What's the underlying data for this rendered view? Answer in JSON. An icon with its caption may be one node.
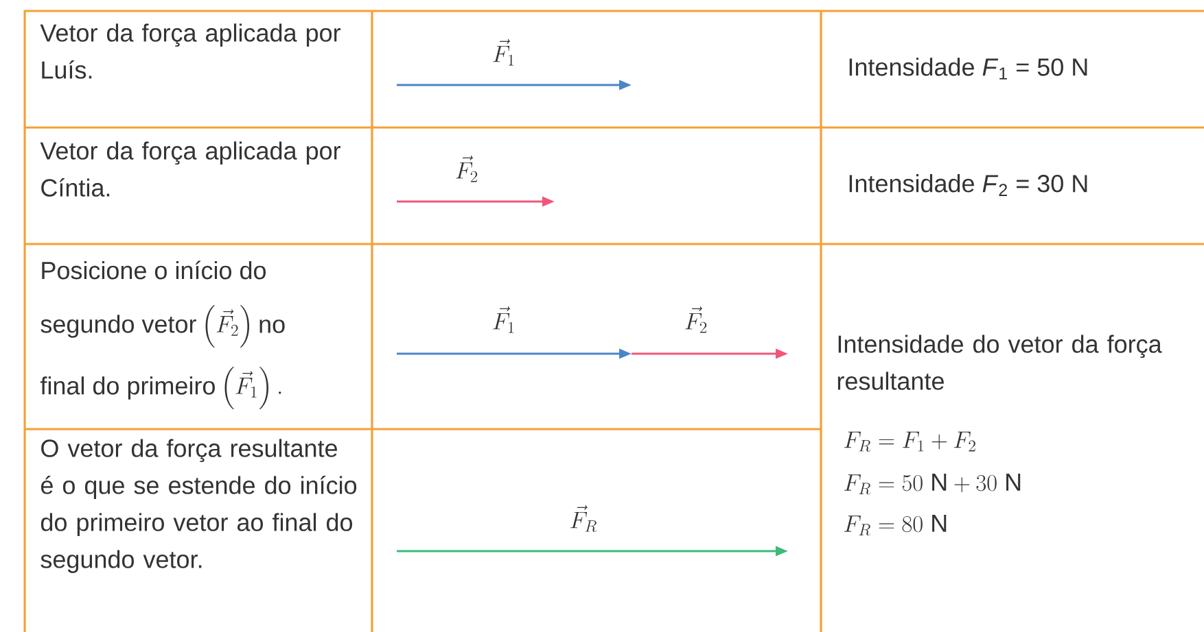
{
  "diagram": {
    "labels": [
      "Vetor da força aplicada por Luís.",
      "\\vec{F}_{1}",
      "Intensidade *F*$_{1}$ = 50 N",
      "Vetor da força aplicada por Cíntia.",
      "\\vec{F}_{2}",
      "Intensidade *F*$_{2}$ = 30 N",
      "Posicione o início do",
      "segundo vetor",
      "\\left(\\vec{F}_{2}\\right)",
      "no",
      "final do primeiro",
      "\\left(\\vec{F}_{1}\\right).",
      "\\vec{F}_{1}",
      "\\vec{F}_{2}",
      "Intensidade do vetor da força resultante",
      "F_{R} = F_{1} + F_{2}",
      "F_{R} = 50\\ \\mathrm{N} + 30\\ \\mathrm{N}",
      "F_{R} = 80\\ \\mathrm{N}",
      "O vetor da força resultante é o que se estende do início do primeiro vetor ao final do segundo vetor.",
      "\\vec{F}_{R}"
    ]
  }
}
